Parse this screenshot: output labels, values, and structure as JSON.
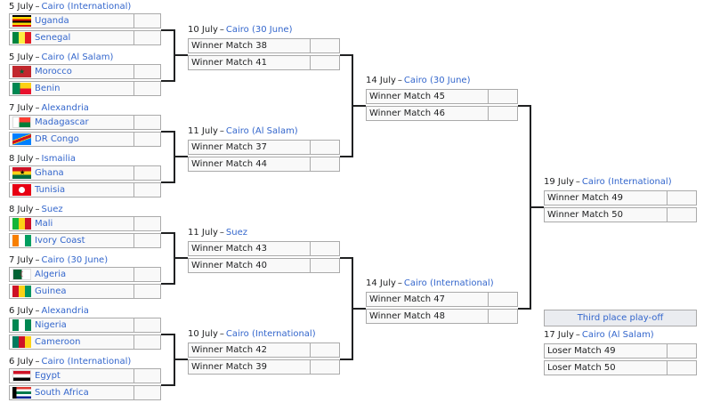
{
  "colors": {
    "link": "#3366cc",
    "text": "#202122",
    "cell_bg": "#f9f9f9",
    "border": "#aaaaaa",
    "header_bg": "#eaecf0"
  },
  "round1": [
    {
      "date": "5 July",
      "city": "Cairo",
      "venue": "(International)",
      "teams": [
        {
          "name": "Uganda",
          "flag": "uganda-flag-icon"
        },
        {
          "name": "Senegal",
          "flag": "senegal-flag-icon"
        }
      ]
    },
    {
      "date": "5 July",
      "city": "Cairo",
      "venue": "(Al Salam)",
      "teams": [
        {
          "name": "Morocco",
          "flag": "morocco-flag-icon"
        },
        {
          "name": "Benin",
          "flag": "benin-flag-icon"
        }
      ]
    },
    {
      "date": "7 July",
      "city": "Alexandria",
      "venue": "",
      "teams": [
        {
          "name": "Madagascar",
          "flag": "madagascar-flag-icon"
        },
        {
          "name": "DR Congo",
          "flag": "dr-congo-flag-icon"
        }
      ]
    },
    {
      "date": "8 July",
      "city": "Ismailia",
      "venue": "",
      "teams": [
        {
          "name": "Ghana",
          "flag": "ghana-flag-icon"
        },
        {
          "name": "Tunisia",
          "flag": "tunisia-flag-icon"
        }
      ]
    },
    {
      "date": "8 July",
      "city": "Suez",
      "venue": "",
      "teams": [
        {
          "name": "Mali",
          "flag": "mali-flag-icon"
        },
        {
          "name": "Ivory Coast",
          "flag": "ivory-coast-flag-icon"
        }
      ]
    },
    {
      "date": "7 July",
      "city": "Cairo",
      "venue": "(30 June)",
      "teams": [
        {
          "name": "Algeria",
          "flag": "algeria-flag-icon"
        },
        {
          "name": "Guinea",
          "flag": "guinea-flag-icon"
        }
      ]
    },
    {
      "date": "6 July",
      "city": "Alexandria",
      "venue": "",
      "teams": [
        {
          "name": "Nigeria",
          "flag": "nigeria-flag-icon"
        },
        {
          "name": "Cameroon",
          "flag": "cameroon-flag-icon"
        }
      ]
    },
    {
      "date": "6 July",
      "city": "Cairo",
      "venue": "(International)",
      "teams": [
        {
          "name": "Egypt",
          "flag": "egypt-flag-icon"
        },
        {
          "name": "South Africa",
          "flag": "south-africa-flag-icon"
        }
      ]
    }
  ],
  "quarterfinals": [
    {
      "date": "10 July",
      "city": "Cairo",
      "venue": "(30 June)",
      "teams": [
        "Winner Match 38",
        "Winner Match 41"
      ]
    },
    {
      "date": "11 July",
      "city": "Cairo",
      "venue": "(Al Salam)",
      "teams": [
        "Winner Match 37",
        "Winner Match 44"
      ]
    },
    {
      "date": "11 July",
      "city": "Suez",
      "venue": "",
      "teams": [
        "Winner Match 43",
        "Winner Match 40"
      ]
    },
    {
      "date": "10 July",
      "city": "Cairo",
      "venue": "(International)",
      "teams": [
        "Winner Match 42",
        "Winner Match 39"
      ]
    }
  ],
  "semifinals": [
    {
      "date": "14 July",
      "city": "Cairo",
      "venue": "(30 June)",
      "teams": [
        "Winner Match 45",
        "Winner Match 46"
      ]
    },
    {
      "date": "14 July",
      "city": "Cairo",
      "venue": "(International)",
      "teams": [
        "Winner Match 47",
        "Winner Match 48"
      ]
    }
  ],
  "final": {
    "date": "19 July",
    "city": "Cairo",
    "venue": "(International)",
    "teams": [
      "Winner Match 49",
      "Winner Match 50"
    ]
  },
  "third_place": {
    "label": "Third place play-off",
    "date": "17 July",
    "city": "Cairo",
    "venue": "(Al Salam)",
    "teams": [
      "Loser Match 49",
      "Loser Match 50"
    ]
  }
}
